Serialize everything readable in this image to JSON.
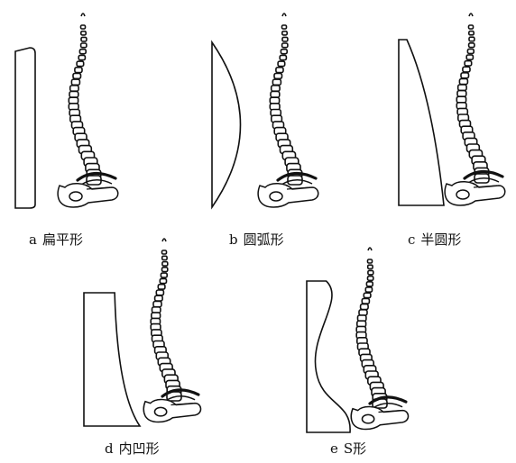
{
  "figure": {
    "panels": [
      {
        "letter": "a",
        "label": "扁平形",
        "back_shape": "flat-rectangle"
      },
      {
        "letter": "b",
        "label": "圆弧形",
        "back_shape": "arc"
      },
      {
        "letter": "c",
        "label": "半圆形",
        "back_shape": "half-arch"
      },
      {
        "letter": "d",
        "label": "内凹形",
        "back_shape": "concave"
      },
      {
        "letter": "e",
        "label": "S形",
        "back_shape": "s-curve"
      }
    ],
    "line_color": "#111111"
  }
}
